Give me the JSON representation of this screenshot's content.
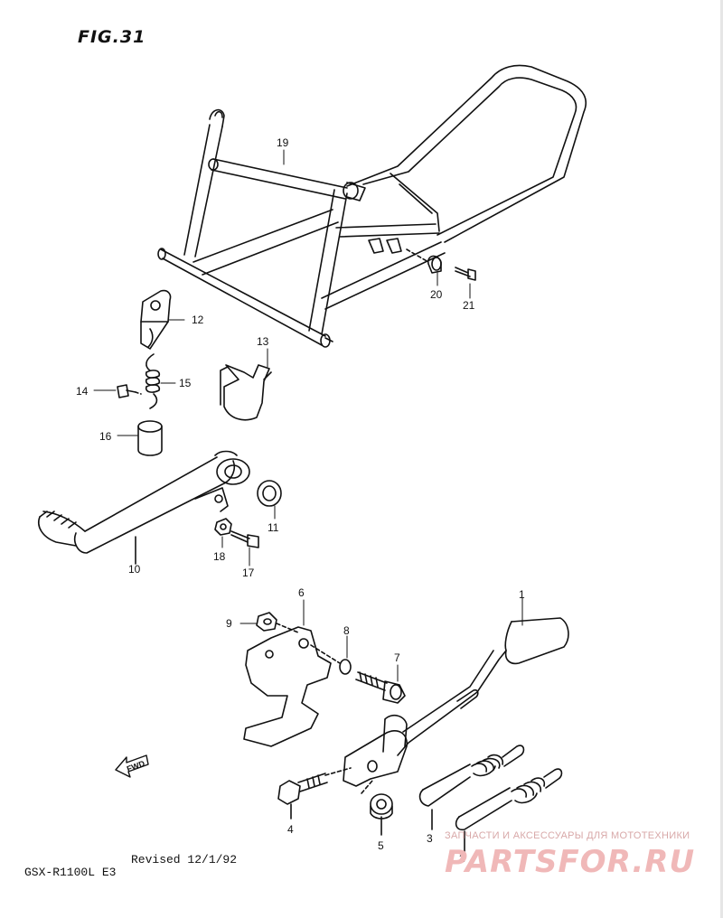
{
  "figure": {
    "title": "FIG.31",
    "model": "GSX-R1100L E3",
    "revised": "Revised 12/1/92"
  },
  "watermark": {
    "tagline": "ЗАПЧАСТИ И АКСЕССУАРЫ ДЛЯ МОТОТЕХНИКИ",
    "brand": "PARTSFOR.RU"
  },
  "fwd_label": "FWD",
  "callouts": {
    "p1": "1",
    "p2": "2",
    "p3": "3",
    "p4": "4",
    "p5": "5",
    "p6": "6",
    "p7": "7",
    "p8": "8",
    "p9": "9",
    "p10": "10",
    "p11": "11",
    "p12": "12",
    "p13": "13",
    "p14": "14",
    "p15": "15",
    "p16": "16",
    "p17": "17",
    "p18": "18",
    "p19": "19",
    "p20": "20",
    "p21": "21"
  },
  "colors": {
    "line": "#111111",
    "watermark": "#f0b8b8"
  }
}
